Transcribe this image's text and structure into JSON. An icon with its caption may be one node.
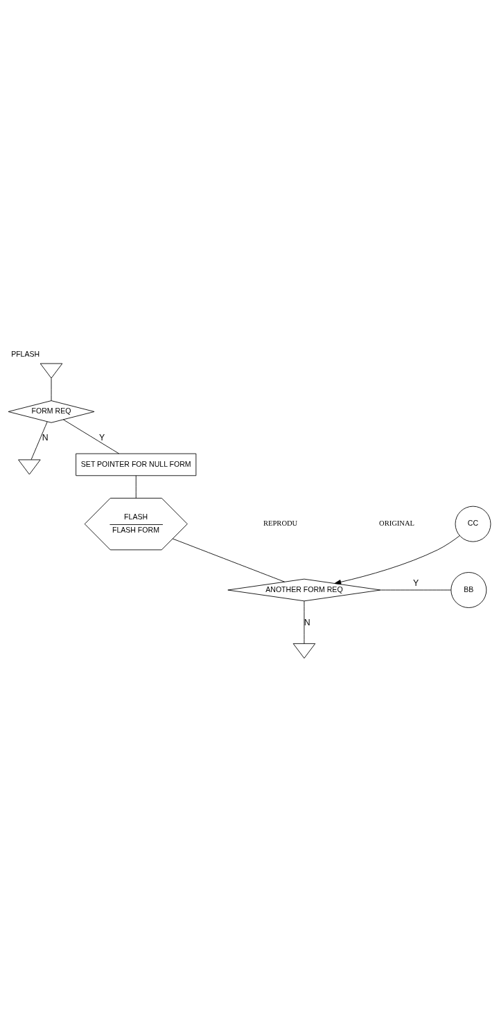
{
  "diagram": {
    "nodes": [
      {
        "text": [],
        "shape": "triangle",
        "beside": [
          "PFLASH"
        ]
      },
      {
        "text": [
          "FORM REQ"
        ]
      },
      {
        "text": [],
        "shape": "triangle"
      },
      {
        "text": [
          "SET POINTER FOR NULL FORM"
        ]
      },
      {
        "text": [
          "FLASH",
          "FLASH FORM"
        ]
      },
      {
        "text": [
          "CC"
        ]
      },
      {
        "text": [
          "ANOTHER FORM REQ"
        ]
      },
      {
        "text": [
          "BB"
        ]
      },
      {
        "text": [],
        "shape": "triangle"
      }
    ],
    "edges": [
      {
        "from": 0,
        "to": 1,
        "arrow": "none"
      },
      {
        "from": 1,
        "to": 2,
        "arrow": "none",
        "label": "N"
      },
      {
        "from": 1,
        "to": 3,
        "arrow": "none",
        "label": "Y"
      },
      {
        "from": 3,
        "to": 4,
        "arrow": "none"
      },
      {
        "from": 4,
        "to": 6,
        "arrow": "none"
      },
      {
        "from": 5,
        "to": 6,
        "arrow": "to"
      },
      {
        "from": 6,
        "to": 7,
        "arrow": "none",
        "label": "Y"
      },
      {
        "from": 6,
        "to": 8,
        "arrow": "none",
        "label": "N"
      }
    ],
    "labels": [
      "REPRODU",
      "ORIGINAL"
    ]
  }
}
